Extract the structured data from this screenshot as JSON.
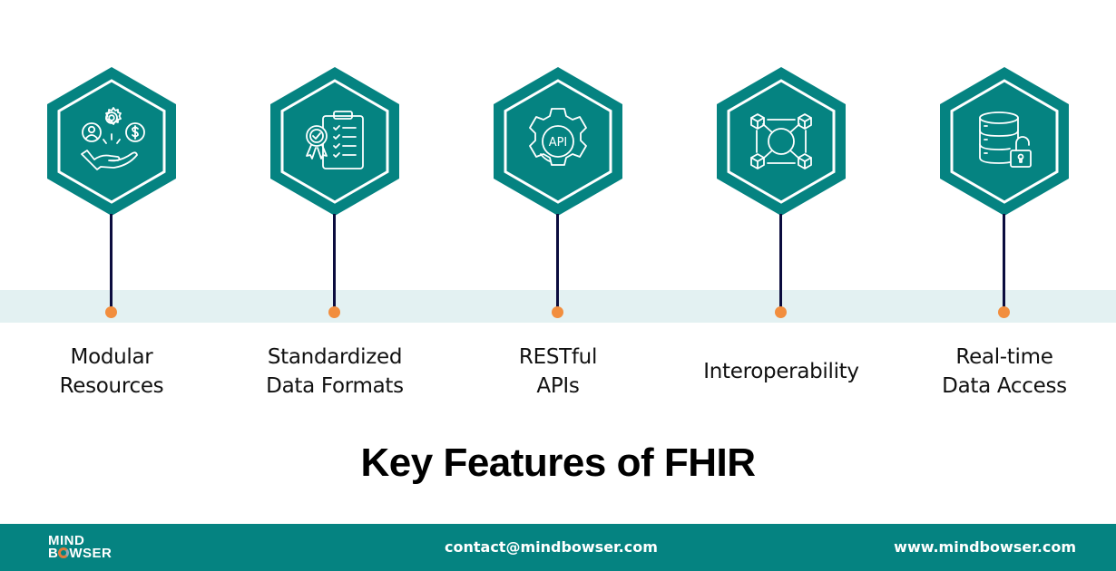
{
  "colors": {
    "hexagon": "#058381",
    "hexagon_outline": "#ffffff",
    "stem": "#0b0c3e",
    "dot": "#f28e3e",
    "band": "#e3f1f2",
    "footer": "#058381"
  },
  "features": [
    {
      "label_line1": "Modular",
      "label_line2": "Resources",
      "icon": "hand-with-person-gear-dollar-icon"
    },
    {
      "label_line1": "Standardized",
      "label_line2": "Data Formats",
      "icon": "clipboard-checklist-badge-icon"
    },
    {
      "label_line1": "RESTful",
      "label_line2": "APIs",
      "icon": "api-gear-icon",
      "icon_text": "API"
    },
    {
      "label_line1": "Interoperability",
      "label_line2": "",
      "icon": "connected-cubes-network-icon"
    },
    {
      "label_line1": "Real-time",
      "label_line2": "Data Access",
      "icon": "database-unlocked-icon"
    }
  ],
  "title": "Key Features of FHIR",
  "footer": {
    "logo_line1": "MIND",
    "logo_line2_a": "B",
    "logo_line2_b": "WSER",
    "email": "contact@mindbowser.com",
    "website": "www.mindbowser.com"
  }
}
